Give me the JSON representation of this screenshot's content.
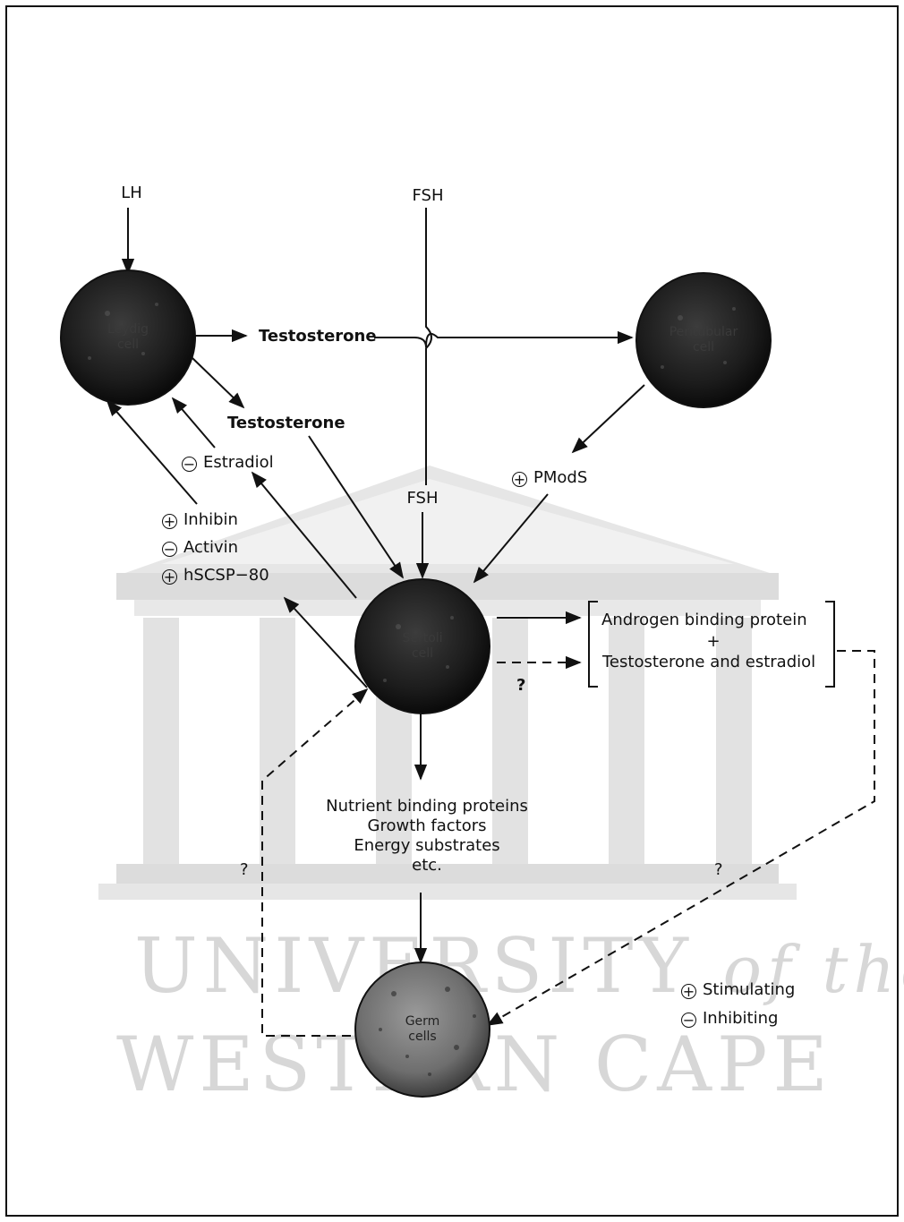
{
  "watermark": {
    "line1": "UNIVERSITY",
    "line1_suffix": "of the",
    "line2": "WESTERN CAPE"
  },
  "cells": {
    "leydig": "Leydig\ncell",
    "peritubular": "Peritubular\ncell",
    "sertoli": "Sertoli\ncell",
    "germ": "Germ\ncells"
  },
  "labels": {
    "lh": "LH",
    "fsh_top": "FSH",
    "fsh_mid": "FSH",
    "testosterone_top": "Testosterone",
    "testosterone_mid": "Testosterone",
    "estradiol": "Estradiol",
    "pmods": "PModS",
    "inhibin": "Inhibin",
    "activin": "Activin",
    "hscsp": "hSCSP−80",
    "abp_line1": "Androgen binding protein",
    "abp_plus": "+",
    "abp_line2": "Testosterone and estradiol",
    "q_right": "?",
    "q_left": "?",
    "q_far_right": "?",
    "nutrient_1": "Nutrient binding proteins",
    "nutrient_2": "Growth factors",
    "nutrient_3": "Energy substrates",
    "nutrient_4": "etc.",
    "legend_stim": "Stimulating",
    "legend_inhib": "Inhibiting"
  },
  "signs": {
    "plus": "+",
    "minus": "−"
  },
  "colors": {
    "ink": "#111111",
    "watermark": "#d7d7d7"
  }
}
